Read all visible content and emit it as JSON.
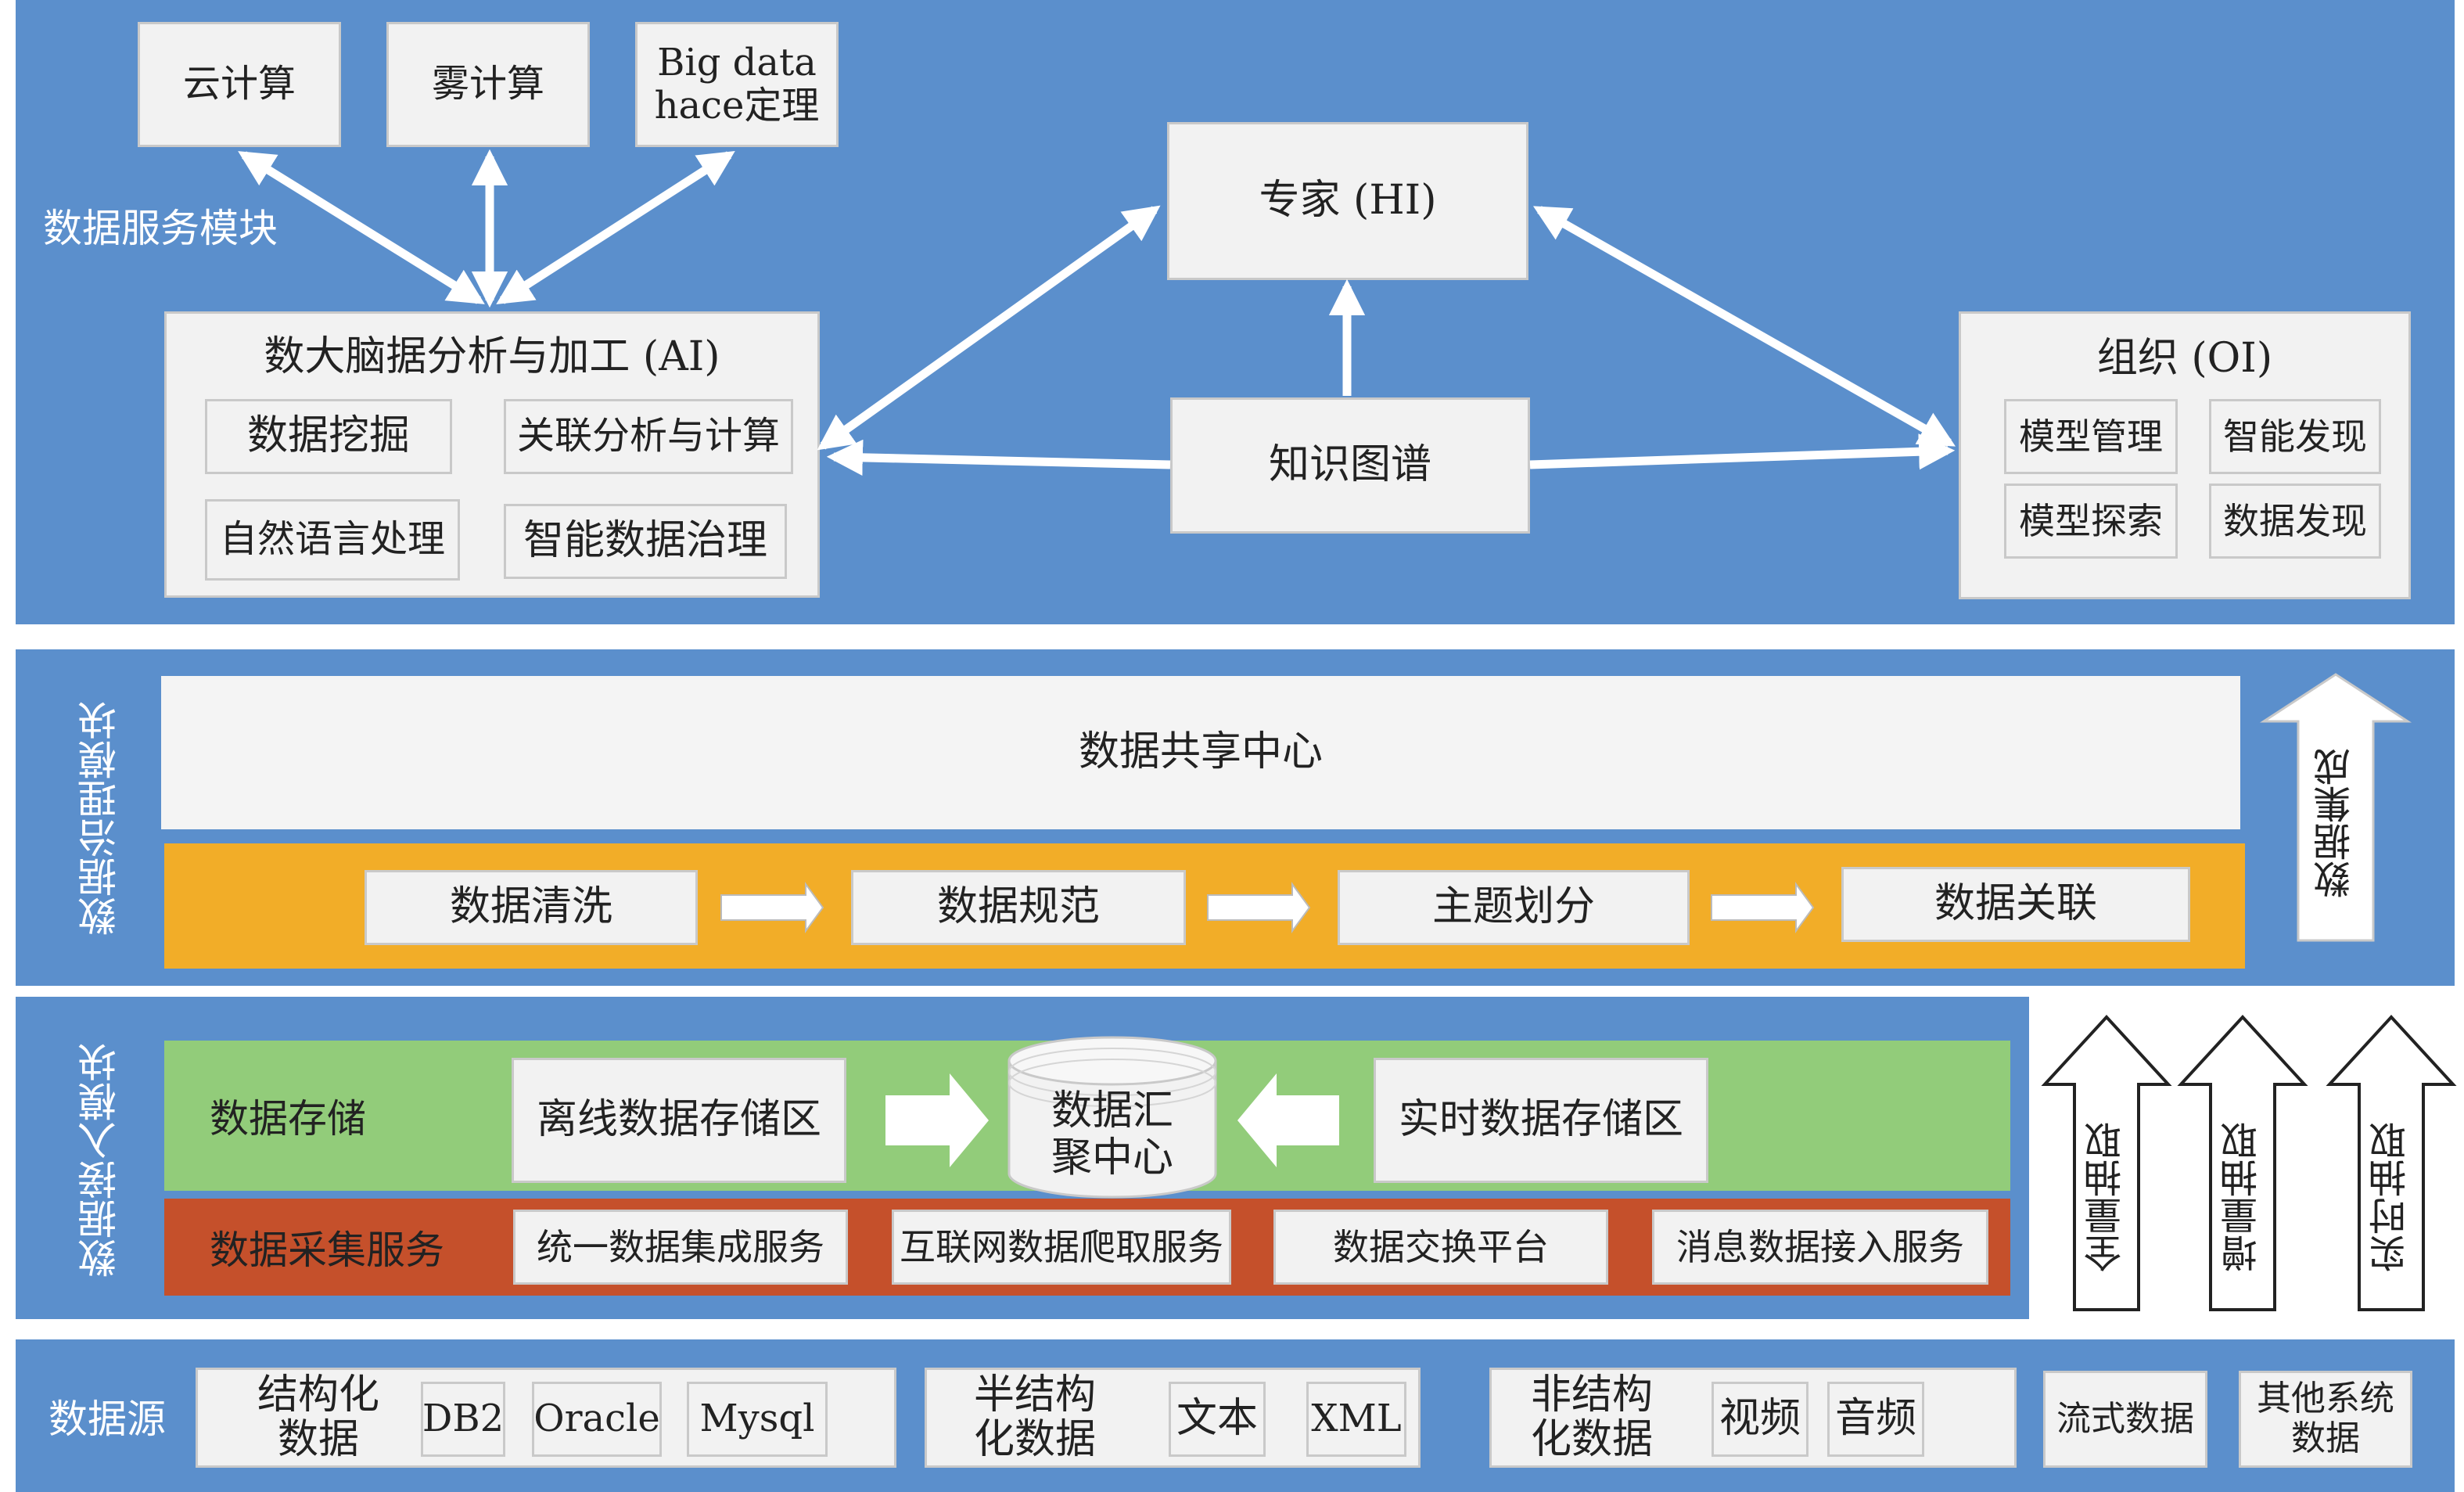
{
  "service_module": {
    "label": "数据服务模块",
    "cloud": "云计算",
    "fog": "雾计算",
    "bigdata_line1": "Big data",
    "bigdata_line2": "hace定理",
    "ai_title": "数大脑据分析与加工 (AI)",
    "ai_items": [
      "数据挖掘",
      "关联分析与计算",
      "自然语言处理",
      "智能数据治理"
    ],
    "expert": "专家 (HI)",
    "knowledge_graph": "知识图谱",
    "org_title": "组织 (OI)",
    "org_items": [
      "模型管理",
      "智能发现",
      "模型探索",
      "数据发现"
    ]
  },
  "governance_module": {
    "label": "数据治理模块",
    "share_center": "数据共享中心",
    "steps": [
      "数据清洗",
      "数据规范",
      "主题划分",
      "数据关联"
    ],
    "integration_arrow": "数据集成"
  },
  "access_module": {
    "label": "数据接入模块",
    "storage_label": "数据存储",
    "offline_store": "离线数据存储区",
    "hub_line1": "数据汇",
    "hub_line2": "聚中心",
    "realtime_store": "实时数据存储区",
    "collect_label": "数据采集服务",
    "collect_items": [
      "统一数据集成服务",
      "互联网数据爬取服务",
      "数据交换平台",
      "消息数据接入服务"
    ]
  },
  "extraction_arrows": [
    "全量抽取",
    "增量抽取",
    "实时抽取"
  ],
  "data_source": {
    "label": "数据源",
    "structured_line1": "结构化",
    "structured_line2": "数据",
    "structured_items": [
      "DB2",
      "Oracle",
      "Mysql"
    ],
    "semi_line1": "半结构",
    "semi_line2": "化数据",
    "semi_items": [
      "文本",
      "XML"
    ],
    "unstructured_line1": "非结构",
    "unstructured_line2": "化数据",
    "unstructured_items": [
      "视频",
      "音频"
    ],
    "stream": "流式数据",
    "other_line1": "其他系统",
    "other_line2": "数据"
  },
  "colors": {
    "panel_blue": "#5b8fcc",
    "box_gray": "#f2f2f2",
    "orange": "#f2ad28",
    "green": "#92cc7a",
    "rust": "#c5502b"
  }
}
